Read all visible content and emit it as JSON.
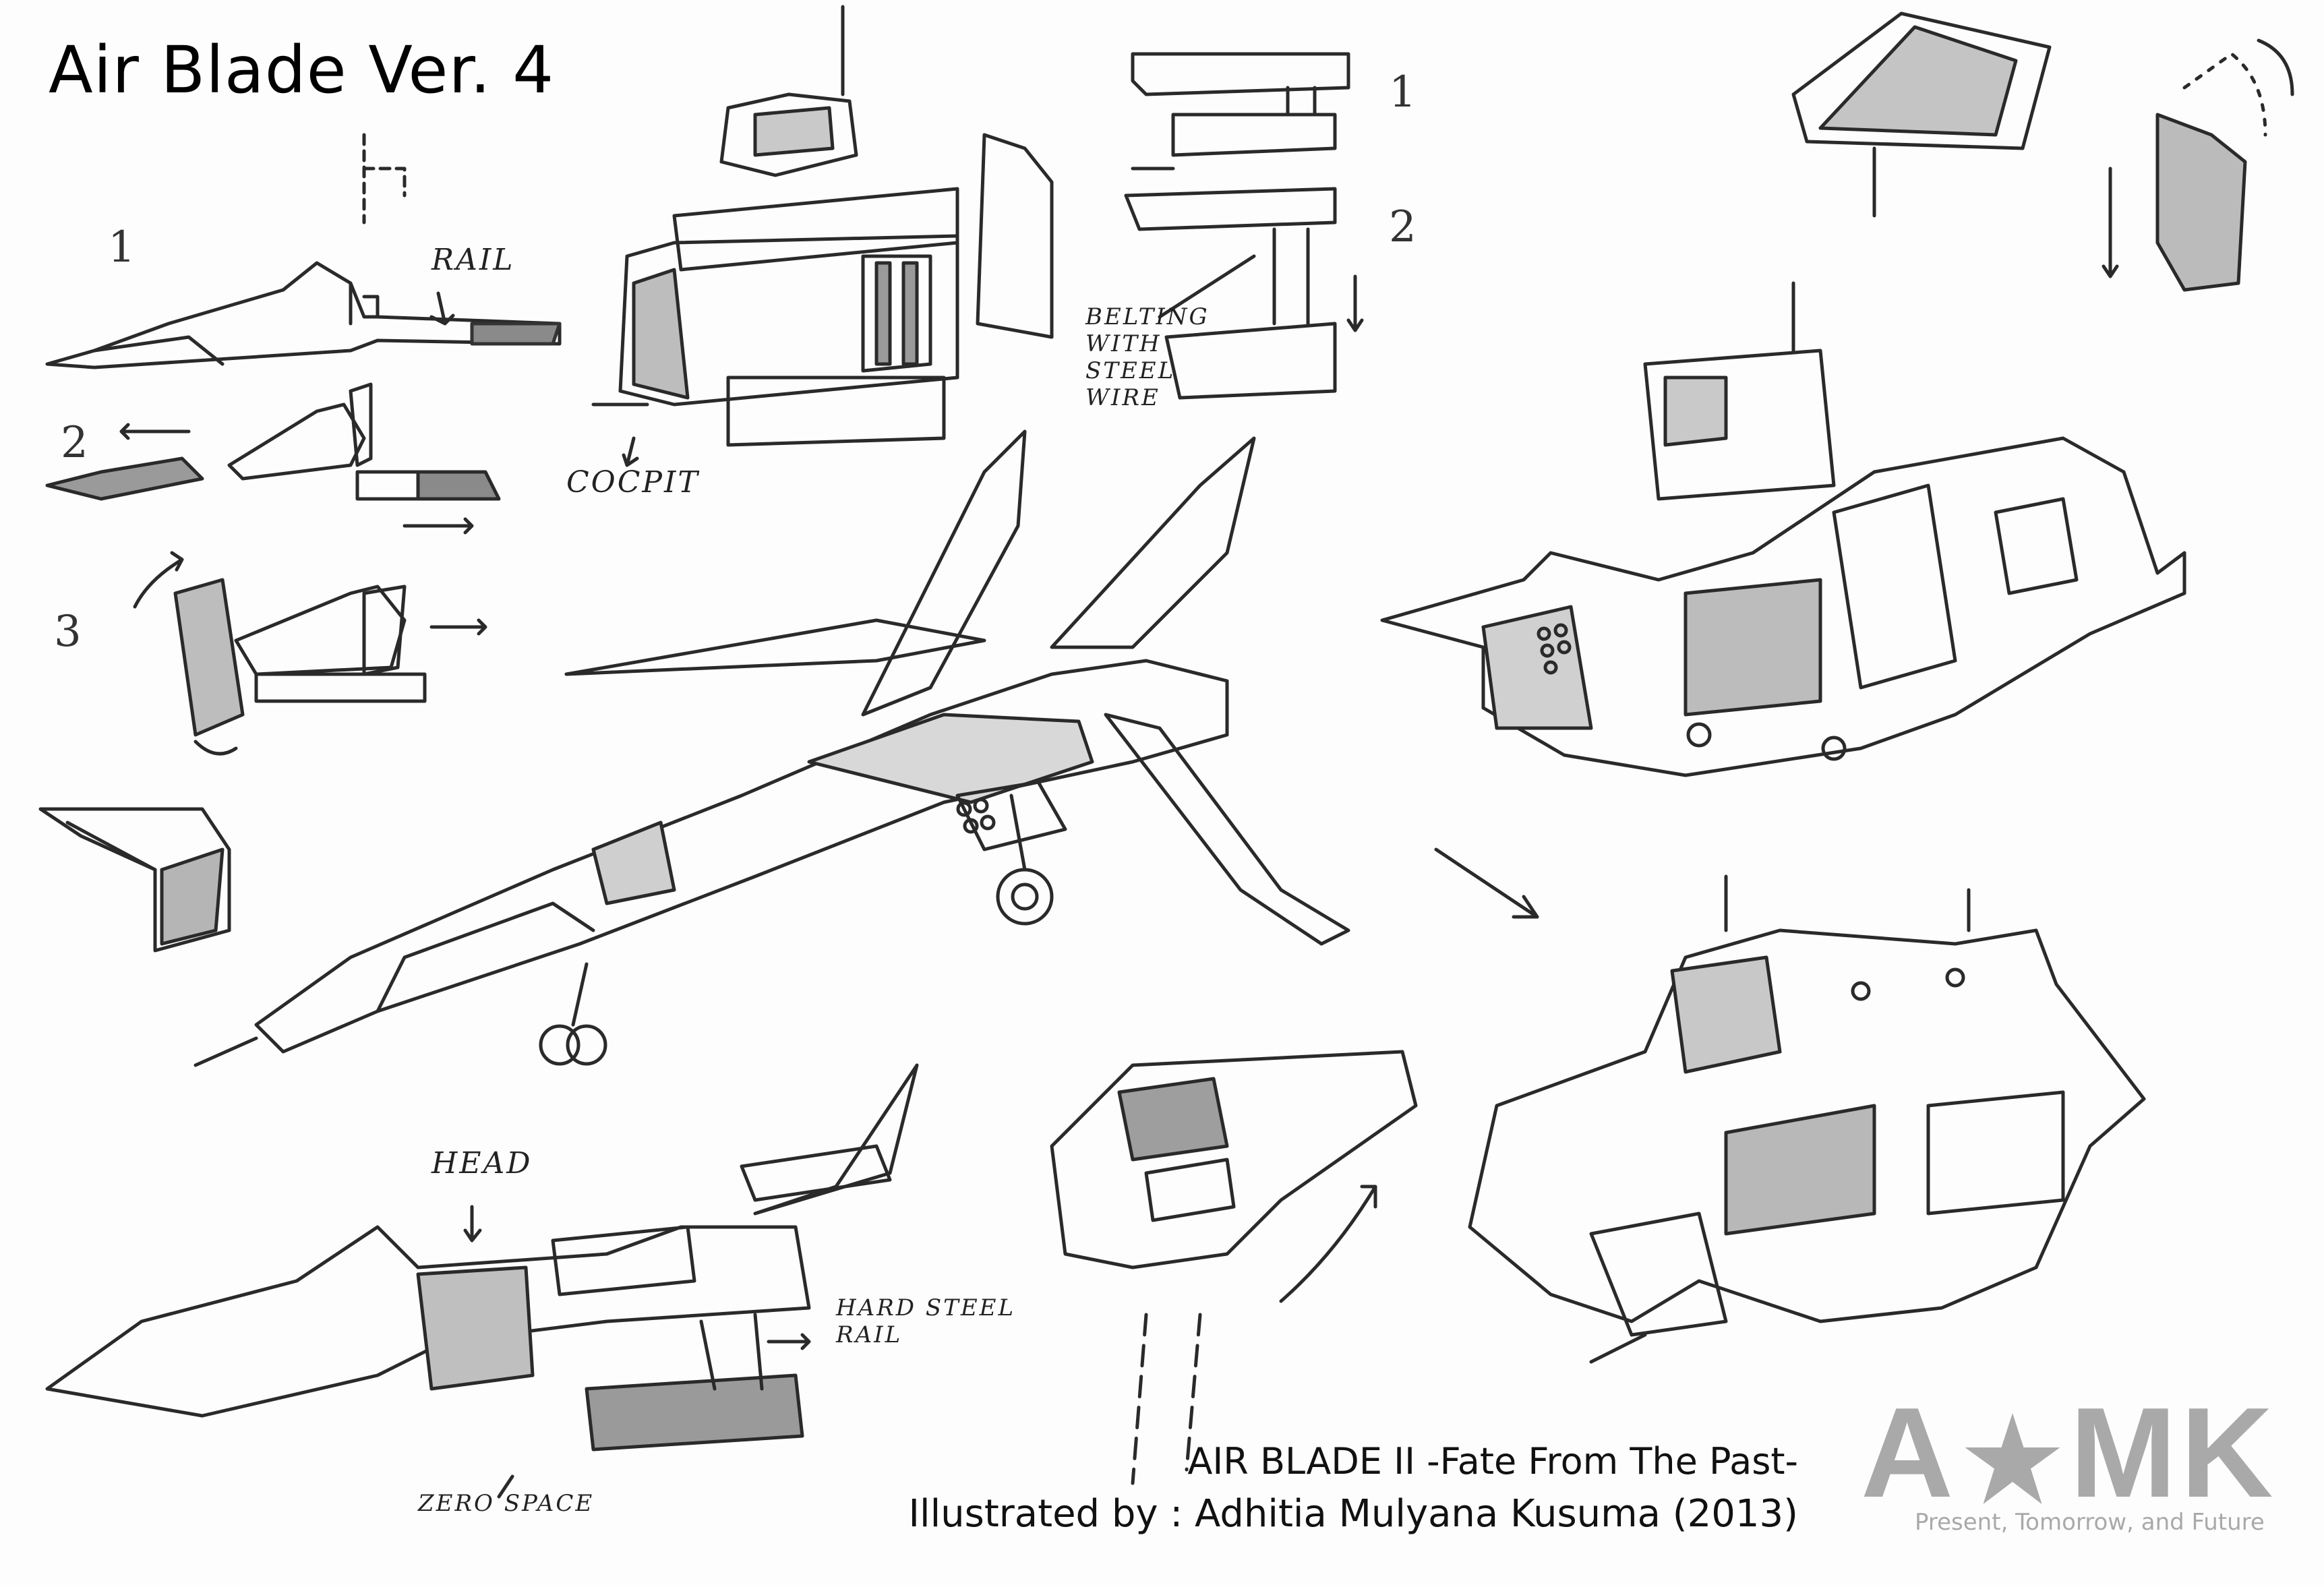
{
  "title": "Air Blade Ver. 4",
  "step_numbers": {
    "top_left_1": "1",
    "top_left_2": "2",
    "top_left_3": "3",
    "hand_1": "1",
    "hand_2": "2"
  },
  "annotations": {
    "rail": "RAIL",
    "cockpit": "COCPIT",
    "belting": "BeLTing\nWITH\nSTEEL\nWIRE",
    "head": "HEAD",
    "hard_steel_rail": "HARD STEEL\nRAIL",
    "zero_space": "ZERO SPACE"
  },
  "credits": {
    "line1": "AIR BLADE II -Fate From The Past-",
    "line2": "Illustrated by : Adhitia Mulyana Kusuma (2013)"
  },
  "logo": {
    "left": "A",
    "right": "MK",
    "tagline": "Present, Tomorrow, and Future"
  },
  "colors": {
    "paper": "#fdfdfd",
    "pencil": "#2a2a2a",
    "logo_gray": "#a9a9a9"
  }
}
